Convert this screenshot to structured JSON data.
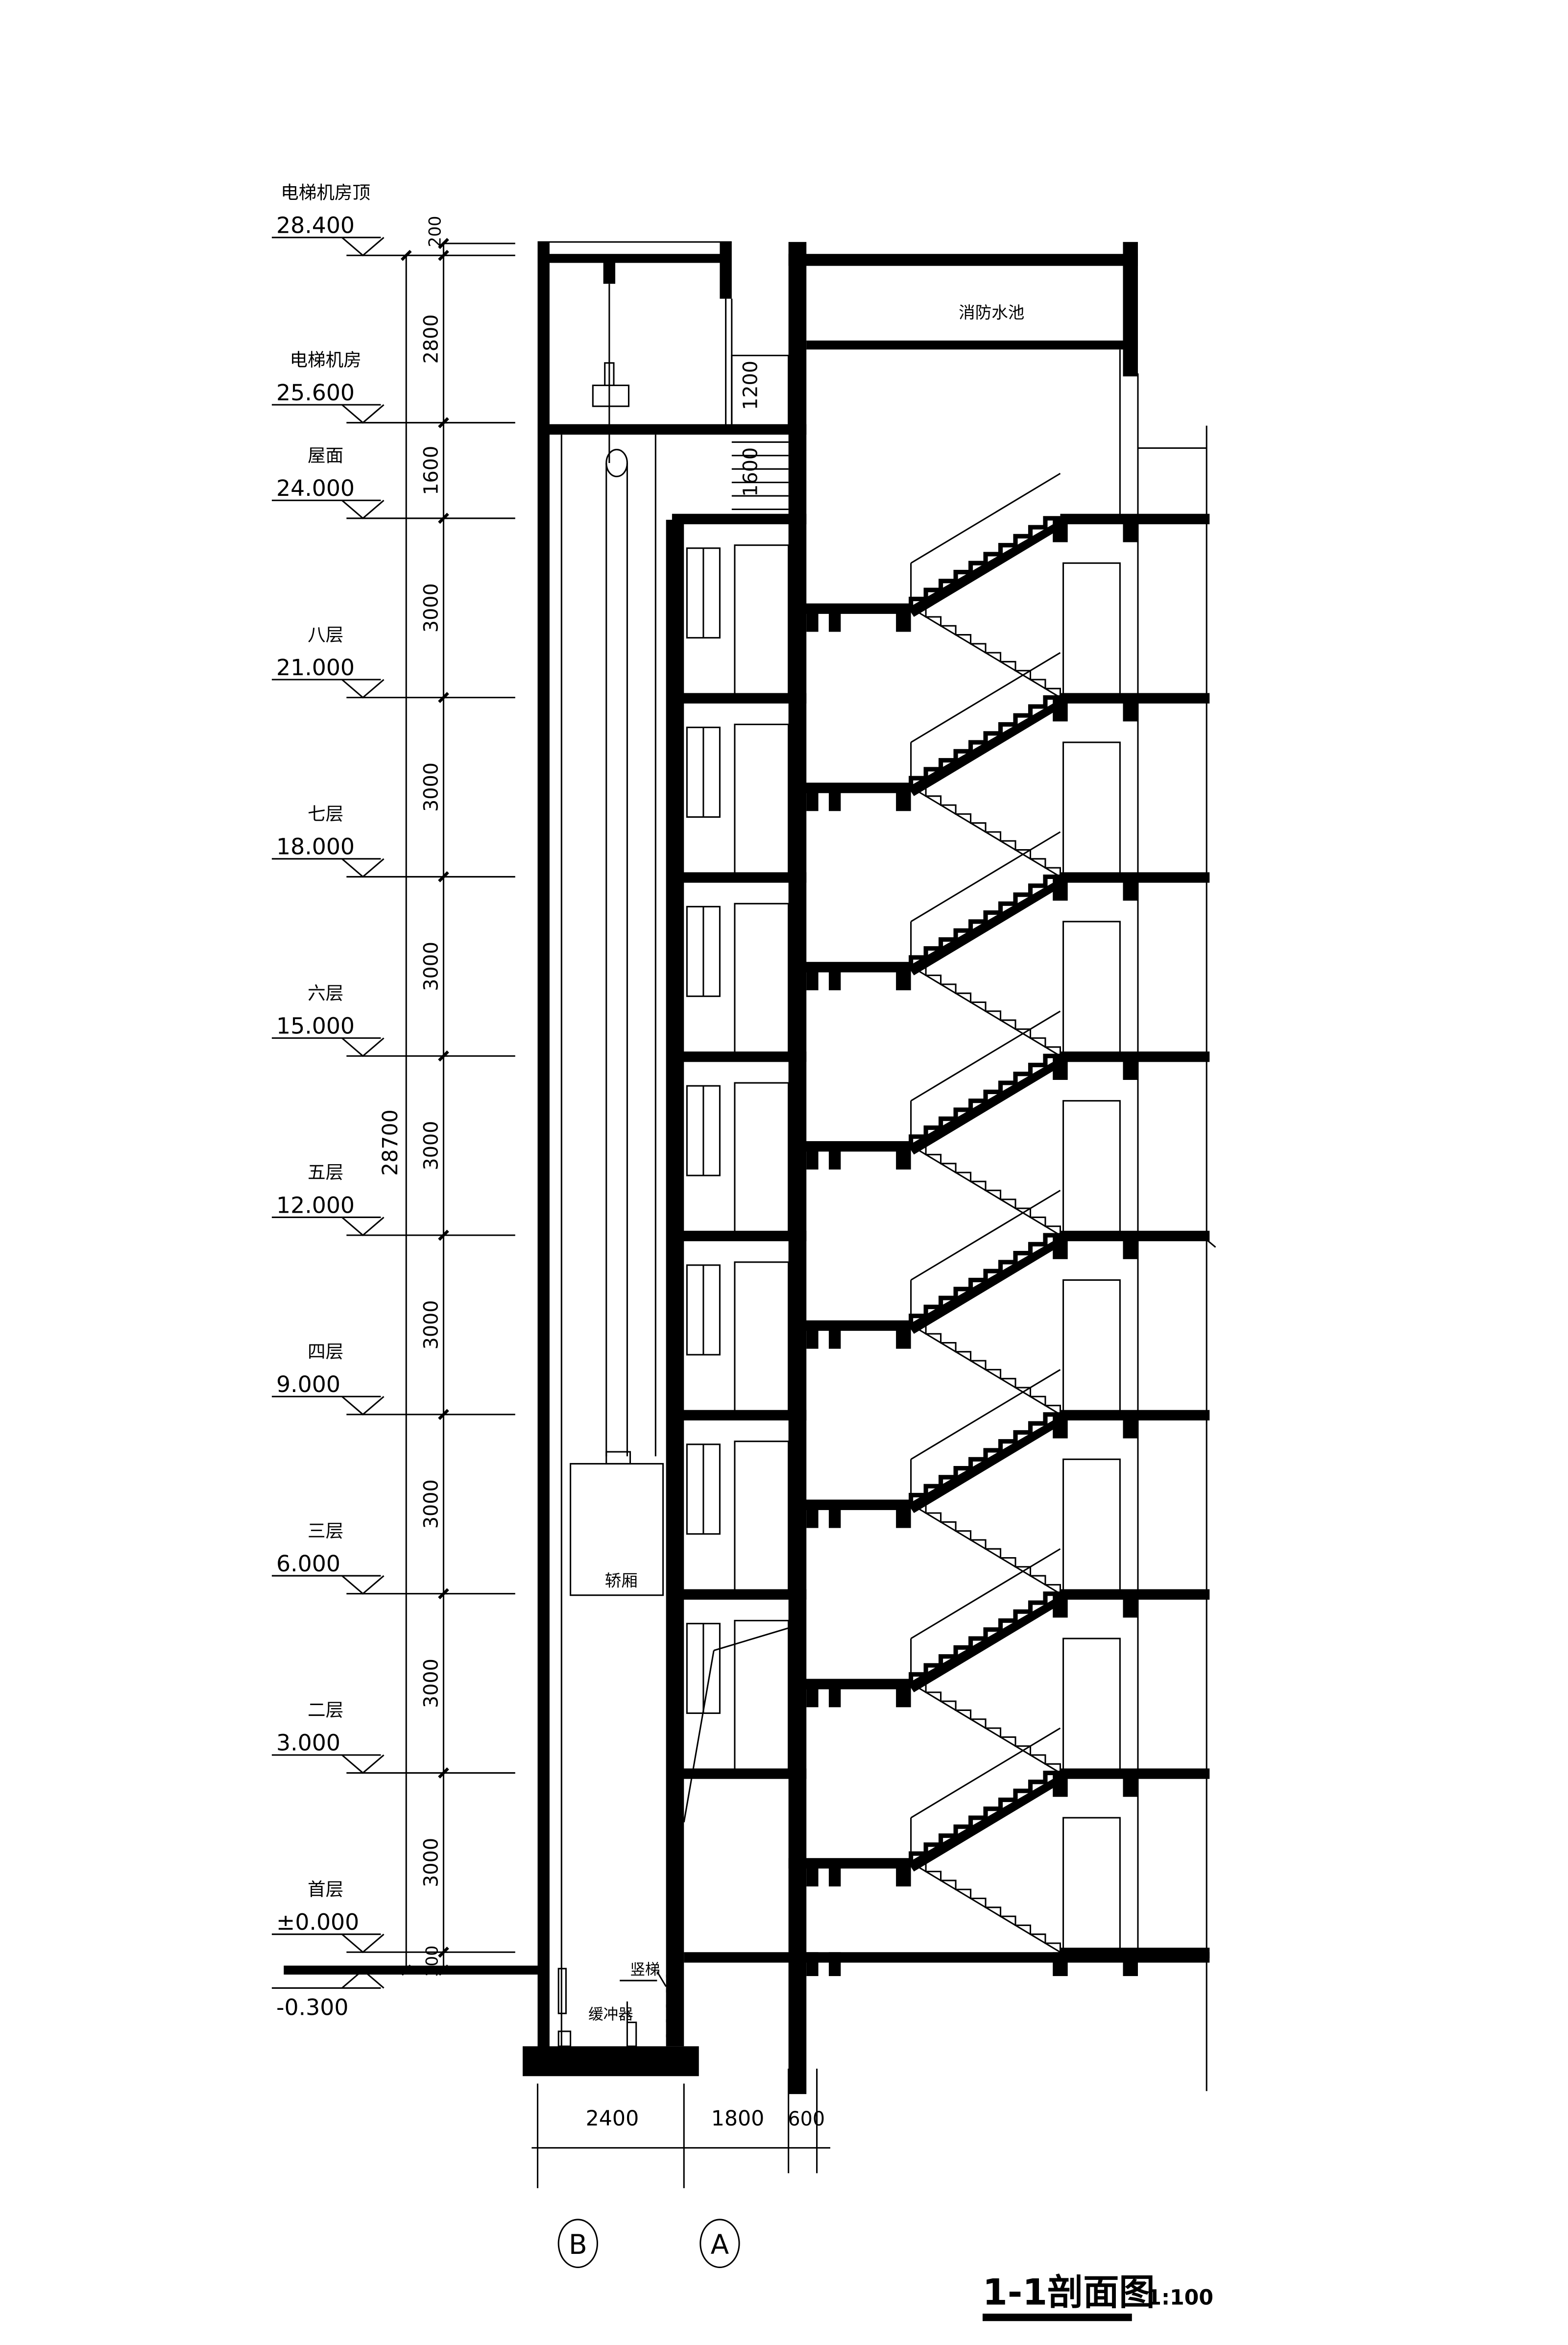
{
  "levels": [
    {
      "name": "电梯机房顶",
      "elev": "28.400",
      "value": 28.4
    },
    {
      "name": "电梯机房",
      "elev": "25.600",
      "value": 25.6
    },
    {
      "name": "屋面",
      "elev": "24.000",
      "value": 24.0
    },
    {
      "name": "八层",
      "elev": "21.000",
      "value": 21.0
    },
    {
      "name": "七层",
      "elev": "18.000",
      "value": 18.0
    },
    {
      "name": "六层",
      "elev": "15.000",
      "value": 15.0
    },
    {
      "name": "五层",
      "elev": "12.000",
      "value": 12.0
    },
    {
      "name": "四层",
      "elev": "9.000",
      "value": 9.0
    },
    {
      "name": "三层",
      "elev": "6.000",
      "value": 6.0
    },
    {
      "name": "二层",
      "elev": "3.000",
      "value": 3.0
    },
    {
      "name": "首层",
      "elev": "±0.000",
      "value": 0.0
    }
  ],
  "ground_level": {
    "elev": "-0.300",
    "value": -0.3
  },
  "vertical_dims": [
    "200",
    "2800",
    "1600",
    "3000",
    "3000",
    "3000",
    "3000",
    "3000",
    "3000",
    "3000",
    "3000",
    "300"
  ],
  "overall_dim": "28700",
  "roof_stair_dims": [
    "1200",
    "1600"
  ],
  "horizontal_dims": [
    "2400",
    "1800",
    "600"
  ],
  "axes": [
    "B",
    "A"
  ],
  "labels": {
    "water_tank": "消防水池",
    "car": "轿厢",
    "ladder": "竖梯",
    "buffer": "缓冲器"
  },
  "title": {
    "name": "1-1剖面图",
    "scale": "1:100"
  }
}
